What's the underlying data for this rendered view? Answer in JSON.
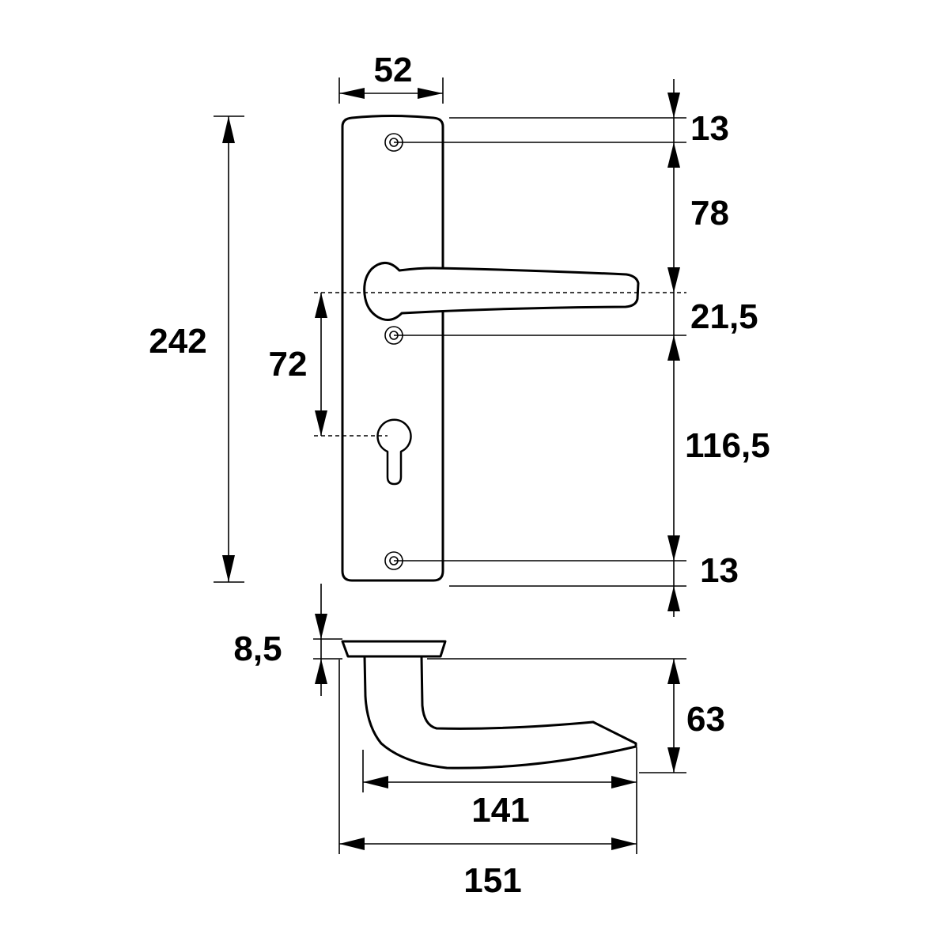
{
  "dimensions": {
    "plate_width": "52",
    "plate_height": "242",
    "top_hole_offset": "13",
    "hole_to_handle": "78",
    "handle_to_hole": "21,5",
    "hole_to_bottom_hole": "116,5",
    "bottom_hole_offset": "13",
    "handle_to_keyhole": "72",
    "rose_thickness": "8,5",
    "handle_projection": "63",
    "handle_length": "141",
    "overall_length": "151"
  },
  "icons": {
    "screw_hole": "screw-hole-icon",
    "keyhole": "keyhole-icon"
  }
}
